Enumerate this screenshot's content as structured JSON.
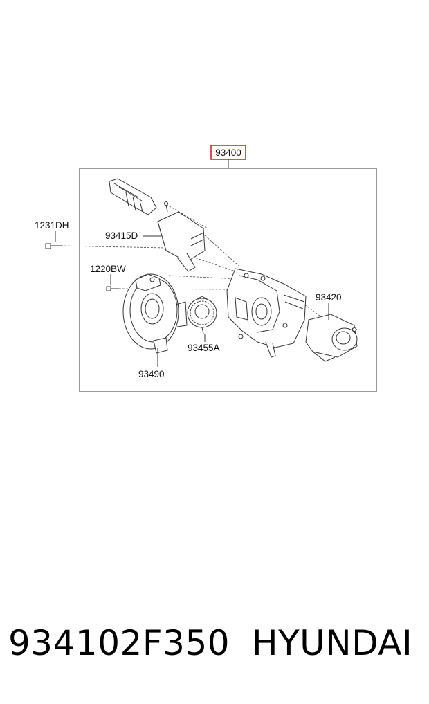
{
  "diagram": {
    "assembly_label": "93400",
    "callouts": {
      "c93415D": "93415D",
      "c1231DH": "1231DH",
      "c1220BW": "1220BW",
      "c93420": "93420",
      "c93455A": "93455A",
      "c93490": "93490"
    },
    "highlight_color": "#d9232e"
  },
  "footer": {
    "part_number": "934102F350",
    "brand": "HYUNDAI"
  }
}
